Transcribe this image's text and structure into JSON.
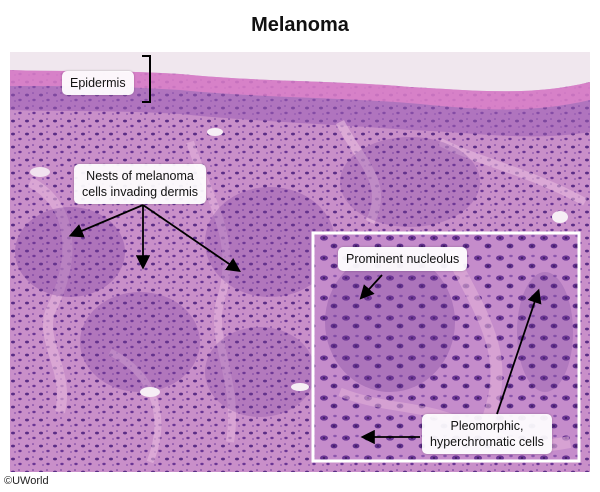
{
  "title": "Melanoma",
  "labels": {
    "epidermis": "Epidermis",
    "nests_line1": "Nests of melanoma",
    "nests_line2": "cells invading dermis",
    "nucleolus": "Prominent nucleolus",
    "pleo_line1": "Pleomorphic,",
    "pleo_line2": "hyperchromatic cells"
  },
  "copyright": "©UWorld"
}
